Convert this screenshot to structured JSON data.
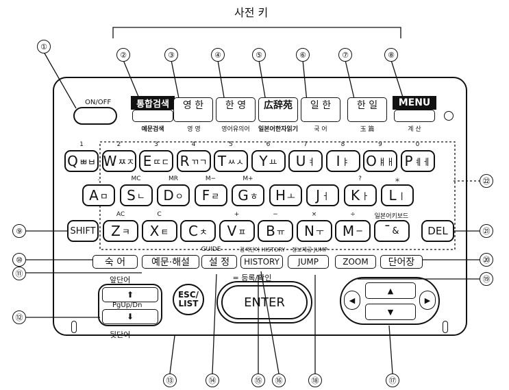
{
  "header_label": "사전 키",
  "power_key": "ON/OFF",
  "dict_keys": [
    {
      "main": "통합검색",
      "sub": "예문검색",
      "dark": true
    },
    {
      "main": "영 한",
      "sub": "영 영",
      "dark": false
    },
    {
      "main": "한 영",
      "sub": "영어유의어",
      "dark": false
    },
    {
      "main": "広辞苑",
      "sub": "일본어한자읽기",
      "dark": false
    },
    {
      "main": "일 한",
      "sub": "국 어",
      "dark": false
    },
    {
      "main": "한 일",
      "sub": "玉 篇",
      "dark": false
    },
    {
      "main": "MENU",
      "sub": "계 산",
      "dark": true
    }
  ],
  "row1_keys": [
    {
      "letter": "Q",
      "jamo": "ㅃㅂ",
      "num": "1"
    },
    {
      "letter": "W",
      "jamo": "ㅉㅈ",
      "num": "2"
    },
    {
      "letter": "E",
      "jamo": "ㄸㄷ",
      "num": "3"
    },
    {
      "letter": "R",
      "jamo": "ㄲㄱ",
      "num": "4"
    },
    {
      "letter": "T",
      "jamo": "ㅆㅅ",
      "num": "5"
    },
    {
      "letter": "Y",
      "jamo": "ㅛ",
      "num": "6"
    },
    {
      "letter": "U",
      "jamo": "ㅕ",
      "num": "7"
    },
    {
      "letter": "I",
      "jamo": "ㅑ",
      "num": "8"
    },
    {
      "letter": "O",
      "jamo": "ㅒㅐ",
      "num": "9"
    },
    {
      "letter": "P",
      "jamo": "ㅖㅔ",
      "num": "0"
    }
  ],
  "row2_keys": [
    {
      "letter": "A",
      "jamo": "ㅁ",
      "above": "."
    },
    {
      "letter": "S",
      "jamo": "ㄴ",
      "above": "MC"
    },
    {
      "letter": "D",
      "jamo": "ㅇ",
      "above": "MR"
    },
    {
      "letter": "F",
      "jamo": "ㄹ",
      "above": "M−"
    },
    {
      "letter": "G",
      "jamo": "ㅎ",
      "above": "M+"
    },
    {
      "letter": "H",
      "jamo": "ㅗ",
      "above": ""
    },
    {
      "letter": "J",
      "jamo": "ㅓ",
      "above": ""
    },
    {
      "letter": "K",
      "jamo": "ㅏ",
      "above": "?"
    },
    {
      "letter": "L",
      "jamo": "ㅣ",
      "above": "＊"
    }
  ],
  "row3_keys": [
    {
      "letter": "Z",
      "jamo": "ㅋ",
      "above": "AC"
    },
    {
      "letter": "X",
      "jamo": "ㅌ",
      "above": "C"
    },
    {
      "letter": "C",
      "jamo": "ㅊ",
      "above": ""
    },
    {
      "letter": "V",
      "jamo": "ㅍ",
      "above": "+"
    },
    {
      "letter": "B",
      "jamo": "ㅠ",
      "above": "−"
    },
    {
      "letter": "N",
      "jamo": "ㅜ",
      "above": "×"
    },
    {
      "letter": "M",
      "jamo": "−",
      "above": "÷"
    },
    {
      "letter": "¯",
      "jamo": "&",
      "above": "일본어키보드"
    }
  ],
  "shift_key": "SHIFT",
  "del_key": "DEL",
  "func_keys": {
    "sound": "숙 어",
    "example": "예문·해설",
    "settings": "설 정",
    "history": "HISTORY",
    "jump": "JUMP",
    "zoom": "ZOOM",
    "wordbook": "단어장"
  },
  "func_captions": {
    "guide": "GUIDE",
    "history_cap": "검색단어 HISTORY",
    "jump_cap": "정보제공 JUMP",
    "register": "= 등록/확인"
  },
  "pg_labels": {
    "above": "앞단어",
    "mid": "PgUp/Dn",
    "below": "뒷단어"
  },
  "esc_key": {
    "line1": "ESC/",
    "line2": "LIST"
  },
  "enter_key": "ENTER",
  "callouts": [
    "①",
    "②",
    "③",
    "④",
    "⑤",
    "⑥",
    "⑦",
    "⑧",
    "⑨",
    "⑩",
    "⑪",
    "⑫",
    "⑬",
    "⑭",
    "⑮",
    "⑯",
    "⑰",
    "⑱",
    "⑲",
    "⑳",
    "㉑",
    "㉒"
  ]
}
